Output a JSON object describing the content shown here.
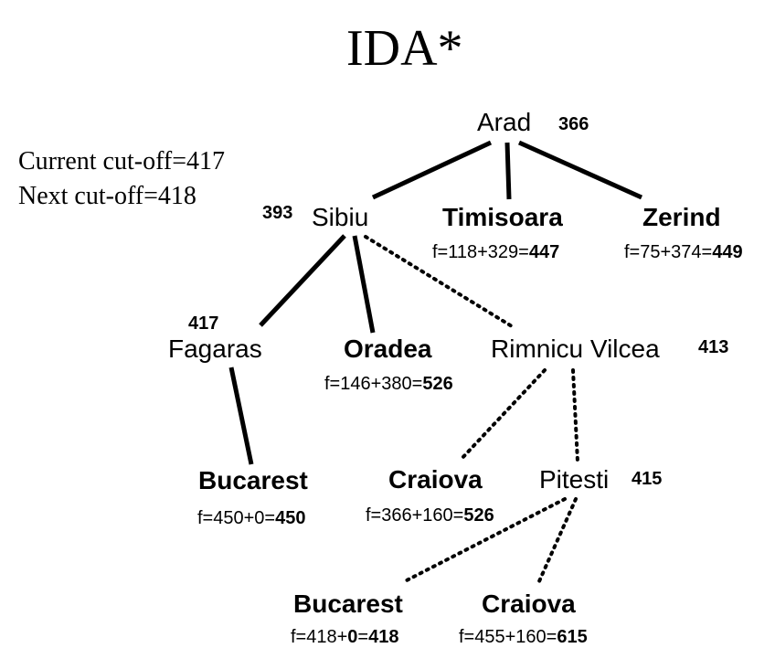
{
  "title": "IDA*",
  "cutoff": {
    "current": "Current cut-off=417",
    "next": "Next cut-off=418"
  },
  "nodes": {
    "arad": {
      "name": "Arad",
      "h": "366"
    },
    "sibiu": {
      "name": "Sibiu",
      "h": "393"
    },
    "timisoara": {
      "name": "Timisoara",
      "f_prefix": "f=118+329=",
      "f_value": "447"
    },
    "zerind": {
      "name": "Zerind",
      "f_prefix": "f=75+374=",
      "f_value": "449"
    },
    "fagaras": {
      "name": "Fagaras",
      "h": "417"
    },
    "oradea": {
      "name": "Oradea",
      "f_prefix": "f=146+380=",
      "f_value": "526"
    },
    "rimnicu": {
      "name": "Rimnicu Vilcea",
      "h": "413"
    },
    "bucarest1": {
      "name": "Bucarest",
      "f_prefix": "f=450+0=",
      "f_value": "450"
    },
    "craiova1": {
      "name": "Craiova",
      "f_prefix": "f=366+160=",
      "f_value": "526"
    },
    "pitesti": {
      "name": "Pitesti",
      "h": "415"
    },
    "bucarest2": {
      "name": "Bucarest",
      "f_prefix": "f=418+",
      "f_mid": "0",
      "f_eq": "=",
      "f_value": "418"
    },
    "craiova2": {
      "name": "Craiova",
      "f_prefix": "f=455+160=",
      "f_value": "615"
    }
  },
  "edges": [
    {
      "from": "arad",
      "to": "sibiu",
      "style": "solid"
    },
    {
      "from": "arad",
      "to": "timisoara",
      "style": "solid"
    },
    {
      "from": "arad",
      "to": "zerind",
      "style": "solid"
    },
    {
      "from": "sibiu",
      "to": "fagaras",
      "style": "solid"
    },
    {
      "from": "sibiu",
      "to": "oradea",
      "style": "solid"
    },
    {
      "from": "sibiu",
      "to": "rimnicu",
      "style": "dotted"
    },
    {
      "from": "fagaras",
      "to": "bucarest1",
      "style": "solid"
    },
    {
      "from": "rimnicu",
      "to": "craiova1",
      "style": "dotted"
    },
    {
      "from": "rimnicu",
      "to": "pitesti",
      "style": "dotted"
    },
    {
      "from": "pitesti",
      "to": "bucarest2",
      "style": "dotted"
    },
    {
      "from": "pitesti",
      "to": "craiova2",
      "style": "dotted"
    }
  ]
}
